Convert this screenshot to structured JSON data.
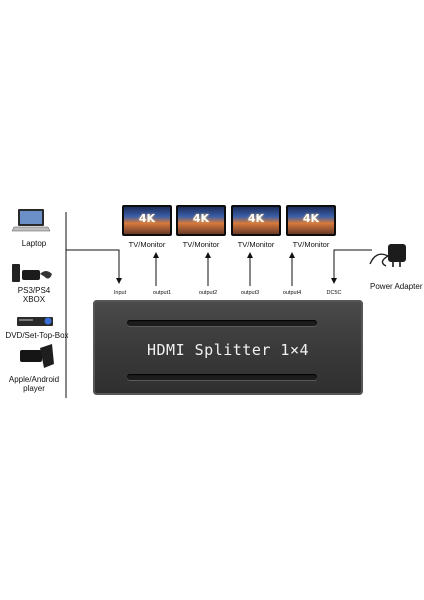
{
  "sources": [
    {
      "label": "Laptop",
      "icon": "laptop-icon"
    },
    {
      "label": "PS3/PS4\nXBOX",
      "icon": "game-console-icon"
    },
    {
      "label": "DVD/Set-Top-Box",
      "icon": "dvd-player-icon"
    },
    {
      "label": "Apple/Android\nplayer",
      "icon": "media-player-icon"
    }
  ],
  "monitors": [
    {
      "badge": "4K",
      "label": "TV/Monitor"
    },
    {
      "badge": "4K",
      "label": "TV/Monitor"
    },
    {
      "badge": "4K",
      "label": "TV/Monitor"
    },
    {
      "badge": "4K",
      "label": "TV/Monitor"
    }
  ],
  "ports": [
    "Input",
    "output1",
    "output2",
    "output3",
    "output4",
    "DC5C"
  ],
  "device": {
    "title": "HDMI Splitter 1×4"
  },
  "power": {
    "label": "Power Adapter",
    "icon": "power-adapter-icon"
  },
  "colors": {
    "device_body": "#3a3a3a",
    "device_text": "#f2f2f2",
    "lines": "#111111"
  }
}
